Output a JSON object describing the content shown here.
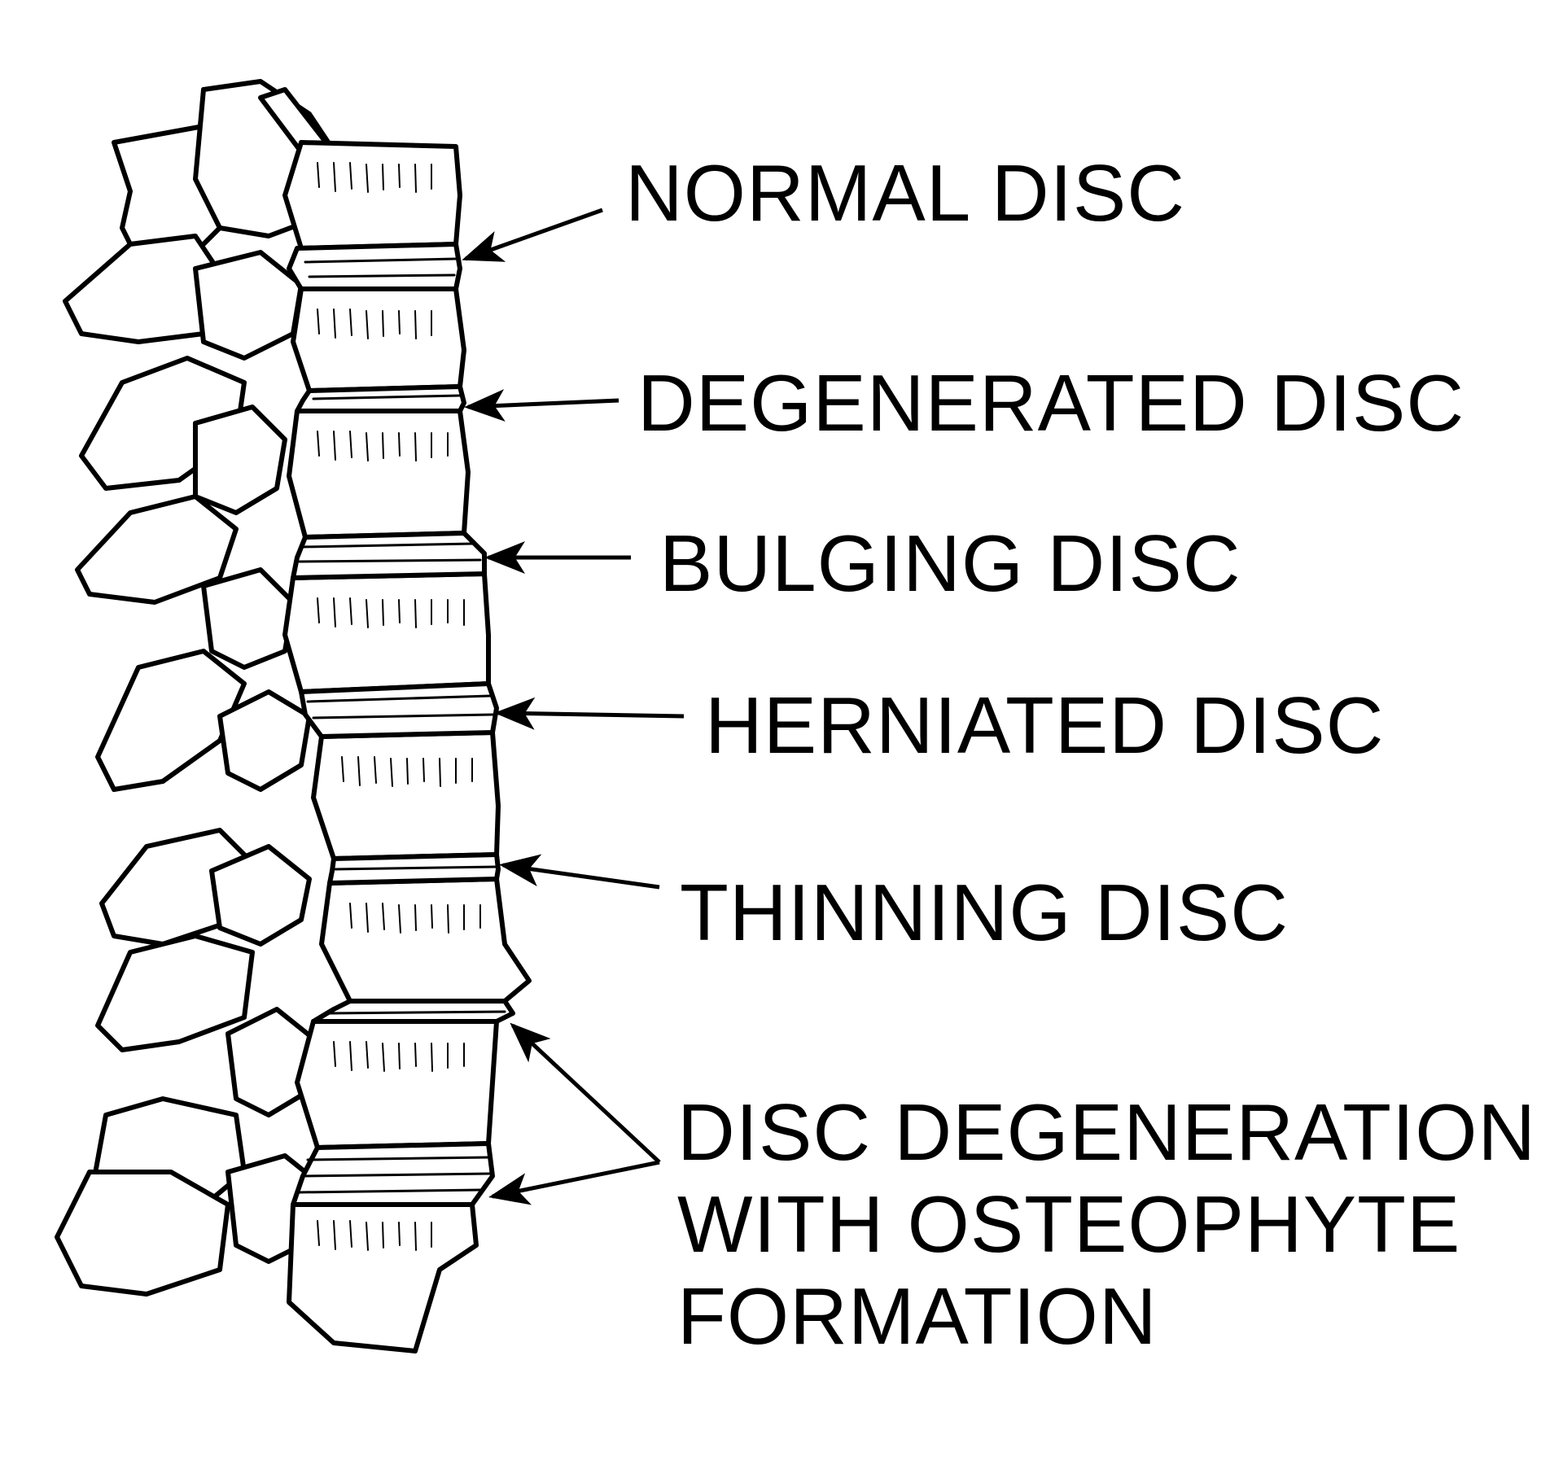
{
  "labels": {
    "normal_disc": "NORMAL DISC",
    "degenerated_disc": "DEGENERATED DISC",
    "bulging_disc": "BULGING DISC",
    "herniated_disc": "HERNIATED DISC",
    "thinning_disc": "THINNING DISC",
    "osteophyte": {
      "line1": "DISC DEGENERATION",
      "line2": "WITH OSTEOPHYTE",
      "line3": "FORMATION"
    }
  },
  "colors": {
    "ink": "#000000",
    "bone_fill": "#ffffff",
    "background": "#ffffff"
  }
}
